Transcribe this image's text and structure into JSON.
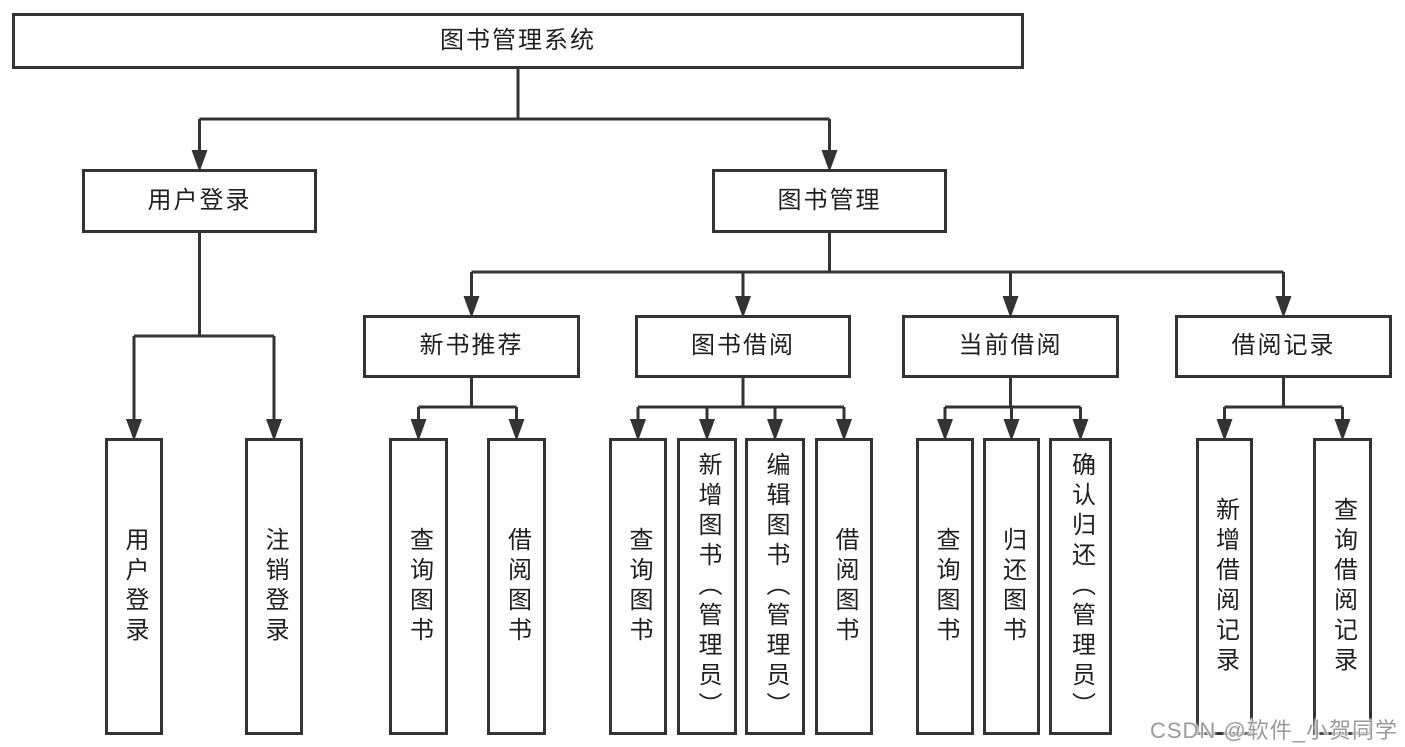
{
  "tree": {
    "root": {
      "label": "图书管理系统",
      "children": [
        {
          "label": "用户登录",
          "children": [
            {
              "label": "用户登录"
            },
            {
              "label": "注销登录"
            }
          ]
        },
        {
          "label": "图书管理",
          "children": [
            {
              "label": "新书推荐",
              "children": [
                {
                  "label": "查询图书"
                },
                {
                  "label": "借阅图书"
                }
              ]
            },
            {
              "label": "图书借阅",
              "children": [
                {
                  "label": "查询图书"
                },
                {
                  "label": "新增图书（管理员）"
                },
                {
                  "label": "编辑图书（管理员）"
                },
                {
                  "label": "借阅图书"
                }
              ]
            },
            {
              "label": "当前借阅",
              "children": [
                {
                  "label": "查询图书"
                },
                {
                  "label": "归还图书"
                },
                {
                  "label": "确认归还（管理员）"
                }
              ]
            },
            {
              "label": "借阅记录",
              "children": [
                {
                  "label": "新增借阅记录"
                },
                {
                  "label": "查询借阅记录"
                }
              ]
            }
          ]
        }
      ]
    }
  },
  "watermark": {
    "text": "CSDN @软件_小贺同学"
  },
  "colors": {
    "line": "#333333",
    "box_border": "#333333",
    "text": "#1f1f1f",
    "watermark": "#9a9a9a",
    "background": "#ffffff"
  }
}
